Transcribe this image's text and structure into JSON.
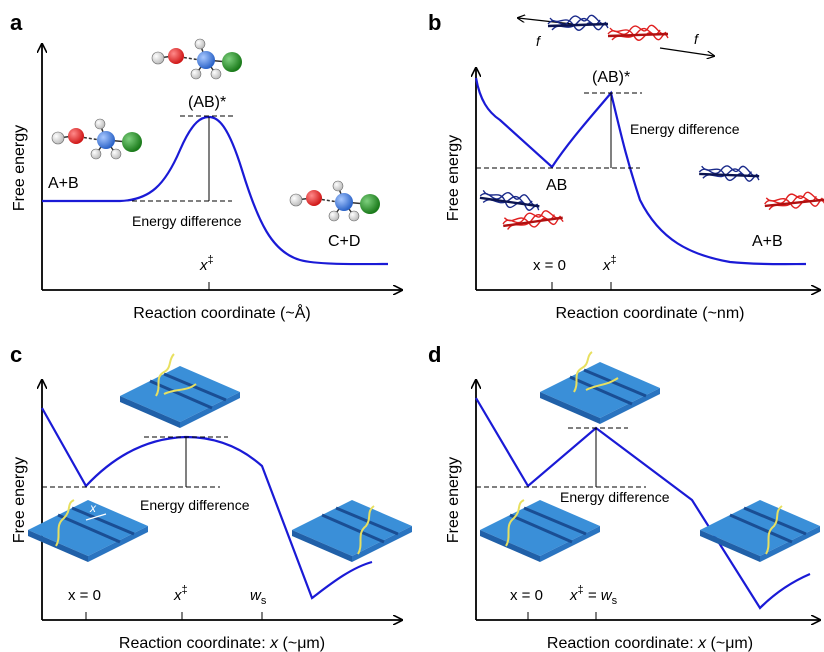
{
  "panels": {
    "a": {
      "label": "a",
      "ylabel": "Free energy",
      "xlabel": "Reaction coordinate (~Å)",
      "state_left": "A+B",
      "state_right": "C+D",
      "transition": "(AB)*",
      "energy": "Energy difference",
      "tick": "x",
      "tick_sup": "‡"
    },
    "b": {
      "label": "b",
      "ylabel": "Free energy",
      "xlabel": "Reaction coordinate (~nm)",
      "state_bound": "AB",
      "state_right": "A+B",
      "transition": "(AB)*",
      "energy": "Energy difference",
      "tick1": "x = 0",
      "tick2": "x",
      "tick2_sup": "‡",
      "force_left": "f",
      "force_right": "f"
    },
    "c": {
      "label": "c",
      "ylabel": "Free energy",
      "xlabel_pre": "Reaction coordinate: ",
      "xlabel_var": "x",
      "xlabel_post": " (~μm)",
      "energy": "Energy difference",
      "tick1": "x = 0",
      "tick2": "x",
      "tick2_sup": "‡",
      "tick3": "w",
      "tick3_sub": "s",
      "inset_mark": "x"
    },
    "d": {
      "label": "d",
      "ylabel": "Free energy",
      "xlabel_pre": "Reaction coordinate: ",
      "xlabel_var": "x",
      "xlabel_post": " (~μm)",
      "energy": "Energy difference",
      "tick1": "x = 0",
      "tick2": "x",
      "tick2_sup": "‡",
      "tick2_eq": " = w",
      "tick2_sub": "s"
    }
  },
  "colors": {
    "curve": "#1a1ad6",
    "atom_red": "#e8232a",
    "atom_blue": "#3d7be0",
    "atom_green": "#2a9a2a",
    "protein_blue": "#1a2a8a",
    "protein_red": "#e02020",
    "chip": "#3a8fd8",
    "chip_dark": "#2060a8",
    "strand": "#e8e060"
  },
  "icons": [
    "molecule",
    "protein-dimer",
    "nanochannel-chip"
  ]
}
